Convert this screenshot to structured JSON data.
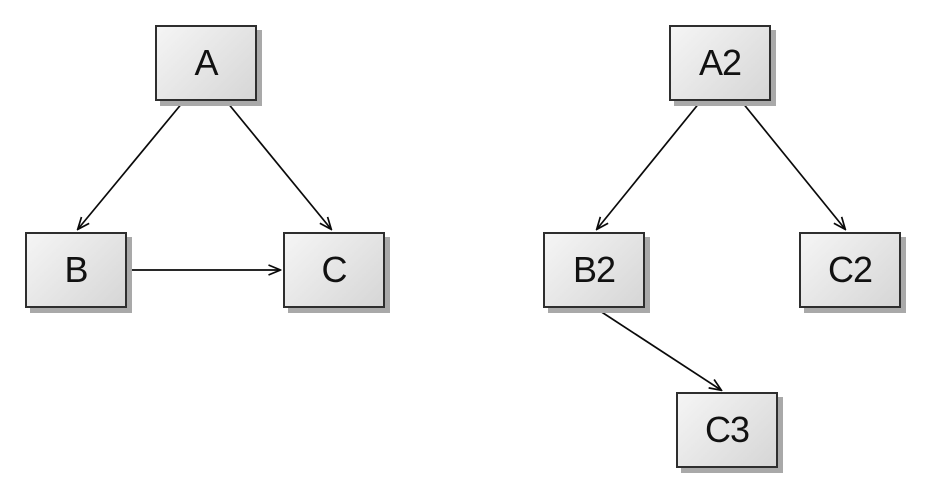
{
  "canvas": {
    "background": "#ffffff"
  },
  "style": {
    "canvas_bg": "#ffffff",
    "node_fill_top": "#f5f5f5",
    "node_fill_bottom": "#d6d6d6",
    "node_border": "#2e2e2e",
    "node_shadow": "#a9a9a9",
    "edge_color": "#0a0a0a"
  },
  "diagrams": [
    {
      "id": "left-graph",
      "nodes": [
        {
          "id": "A",
          "label": "A"
        },
        {
          "id": "B",
          "label": "B"
        },
        {
          "id": "C",
          "label": "C"
        }
      ],
      "edges": [
        {
          "from": "A",
          "to": "B"
        },
        {
          "from": "A",
          "to": "C"
        },
        {
          "from": "B",
          "to": "C"
        }
      ]
    },
    {
      "id": "right-graph",
      "nodes": [
        {
          "id": "A2",
          "label": "A2"
        },
        {
          "id": "B2",
          "label": "B2"
        },
        {
          "id": "C2",
          "label": "C2"
        },
        {
          "id": "C3",
          "label": "C3"
        }
      ],
      "edges": [
        {
          "from": "A2",
          "to": "B2"
        },
        {
          "from": "A2",
          "to": "C2"
        },
        {
          "from": "B2",
          "to": "C3"
        }
      ]
    }
  ]
}
